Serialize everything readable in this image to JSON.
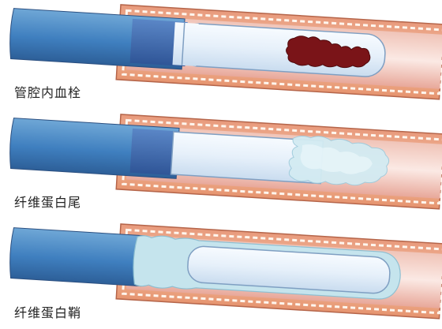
{
  "panels": [
    {
      "label": "管腔内血栓"
    },
    {
      "label": "纤维蛋白尾"
    },
    {
      "label": "纤维蛋白鞘"
    }
  ]
}
